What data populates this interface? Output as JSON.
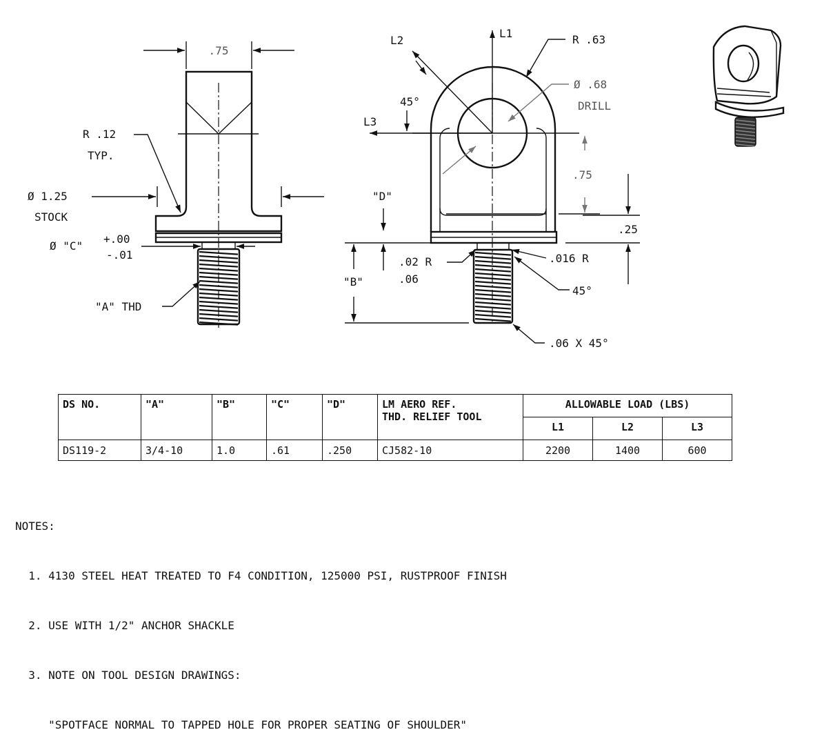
{
  "side_view": {
    "width_dim": ".75",
    "radius_label": "R .12",
    "radius_note": "TYP.",
    "stock_dim": "Ø 1.25",
    "stock_note": "STOCK",
    "dia_c_label": "Ø \"C\"",
    "tol_plus": "+.00",
    "tol_minus": "-.01",
    "thread_label": "\"A\" THD"
  },
  "front_view": {
    "load_l1": "L1",
    "load_l2": "L2",
    "load_l3": "L3",
    "angle_45": "45°",
    "radius_63": "R .63",
    "drill_dia": "Ø .68",
    "drill_note": "DRILL",
    "height_75": ".75",
    "thick_25": ".25",
    "d_label": "\"D\"",
    "b_label": "\"B\"",
    "relief_r": ".02 R",
    "relief_06": ".06",
    "fillet_r": ".016 R",
    "chamfer_45": "45°",
    "end_chamfer": ".06 X 45°"
  },
  "table": {
    "headers": {
      "ds_no": "DS NO.",
      "a": "\"A\"",
      "b": "\"B\"",
      "c": "\"C\"",
      "d": "\"D\"",
      "ref_line1": "LM AERO REF.",
      "ref_line2": "THD. RELIEF TOOL",
      "load": "ALLOWABLE LOAD (LBS)",
      "l1": "L1",
      "l2": "L2",
      "l3": "L3"
    },
    "row": {
      "ds_no": "DS119-2",
      "a": "3/4-10",
      "b": "1.0",
      "c": ".61",
      "d": ".250",
      "ref": "CJ582-10",
      "l1": "2200",
      "l2": "1400",
      "l3": "600"
    }
  },
  "notes": {
    "title": "NOTES:",
    "n1": "  1. 4130 STEEL HEAT TREATED TO F4 CONDITION, 125000 PSI, RUSTPROOF FINISH",
    "n2": "  2. USE WITH 1/2\" ANCHOR SHACKLE",
    "n3": "  3. NOTE ON TOOL DESIGN DRAWINGS:",
    "n4": "     \"SPOTFACE NORMAL TO TAPPED HOLE FOR PROPER SEATING OF SHOULDER\""
  },
  "colors": {
    "line": "#111111",
    "dimension_gray": "#555555",
    "paper": "#ffffff"
  }
}
